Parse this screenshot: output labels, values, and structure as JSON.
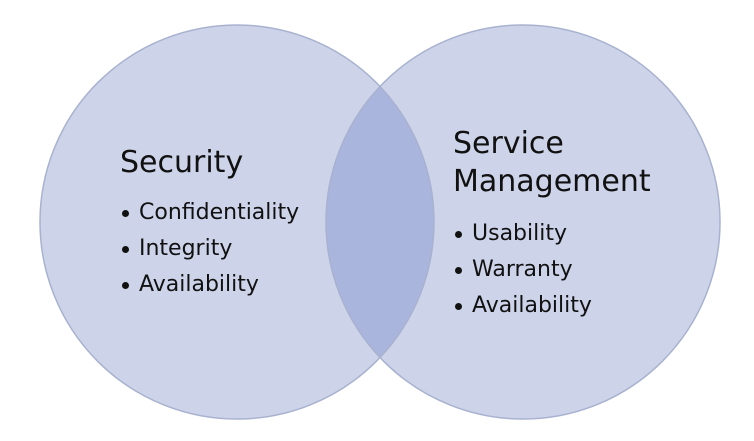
{
  "sets": [
    {
      "id": "security",
      "label_lines": [
        "Security"
      ],
      "items": [
        "Confidentiality",
        "Integrity",
        "Availability"
      ]
    },
    {
      "id": "service-management",
      "label_lines": [
        "Service",
        "Management"
      ],
      "items": [
        "Usability",
        "Warranty",
        "Availability"
      ]
    }
  ],
  "colors": {
    "circle_fill": "#cdd4ea",
    "circle_stroke": "#a8b2cf",
    "overlap_fill": "#aab5de",
    "text": "#111111"
  }
}
